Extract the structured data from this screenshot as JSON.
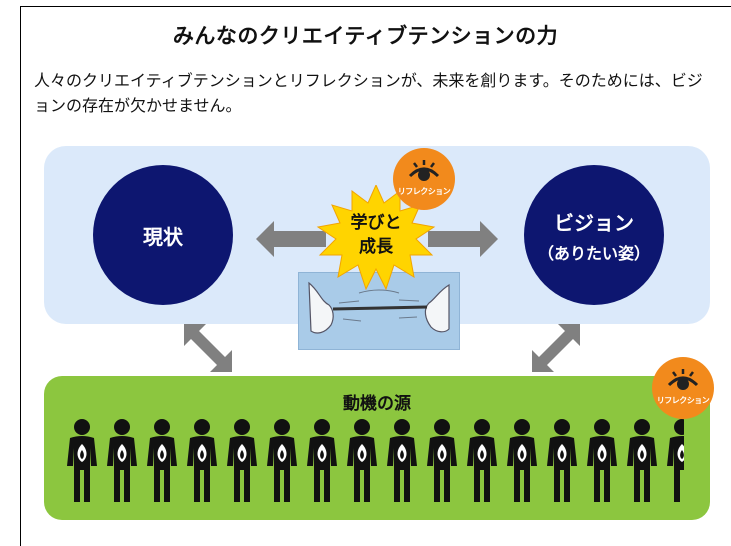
{
  "title": "みんなのクリエイティブテンションの力",
  "description": "人々のクリエイティブテンションとリフレクションが、未来を創ります。そのためには、ビジョンの存在が欠かせません。",
  "diagram": {
    "current_state": "現状",
    "vision": "ビジョン",
    "vision_sub": "（ありたい姿）",
    "learning_line1": "学びと",
    "learning_line2": "成長",
    "reflection_label": "リフレクション",
    "motivation_source": "動機の源"
  },
  "colors": {
    "top_panel": "#dbe9fa",
    "bottom_panel": "#8cc63f",
    "circle": "#0d1670",
    "burst": "#ffd400",
    "reflection_badge": "#f28a1c",
    "arrow": "#808080"
  },
  "icons": {
    "reflection": "eye-icon",
    "people": "person-with-flame-icon",
    "learning": "starburst-icon",
    "photo": "hands-stretching-rubber-band-illustration"
  }
}
